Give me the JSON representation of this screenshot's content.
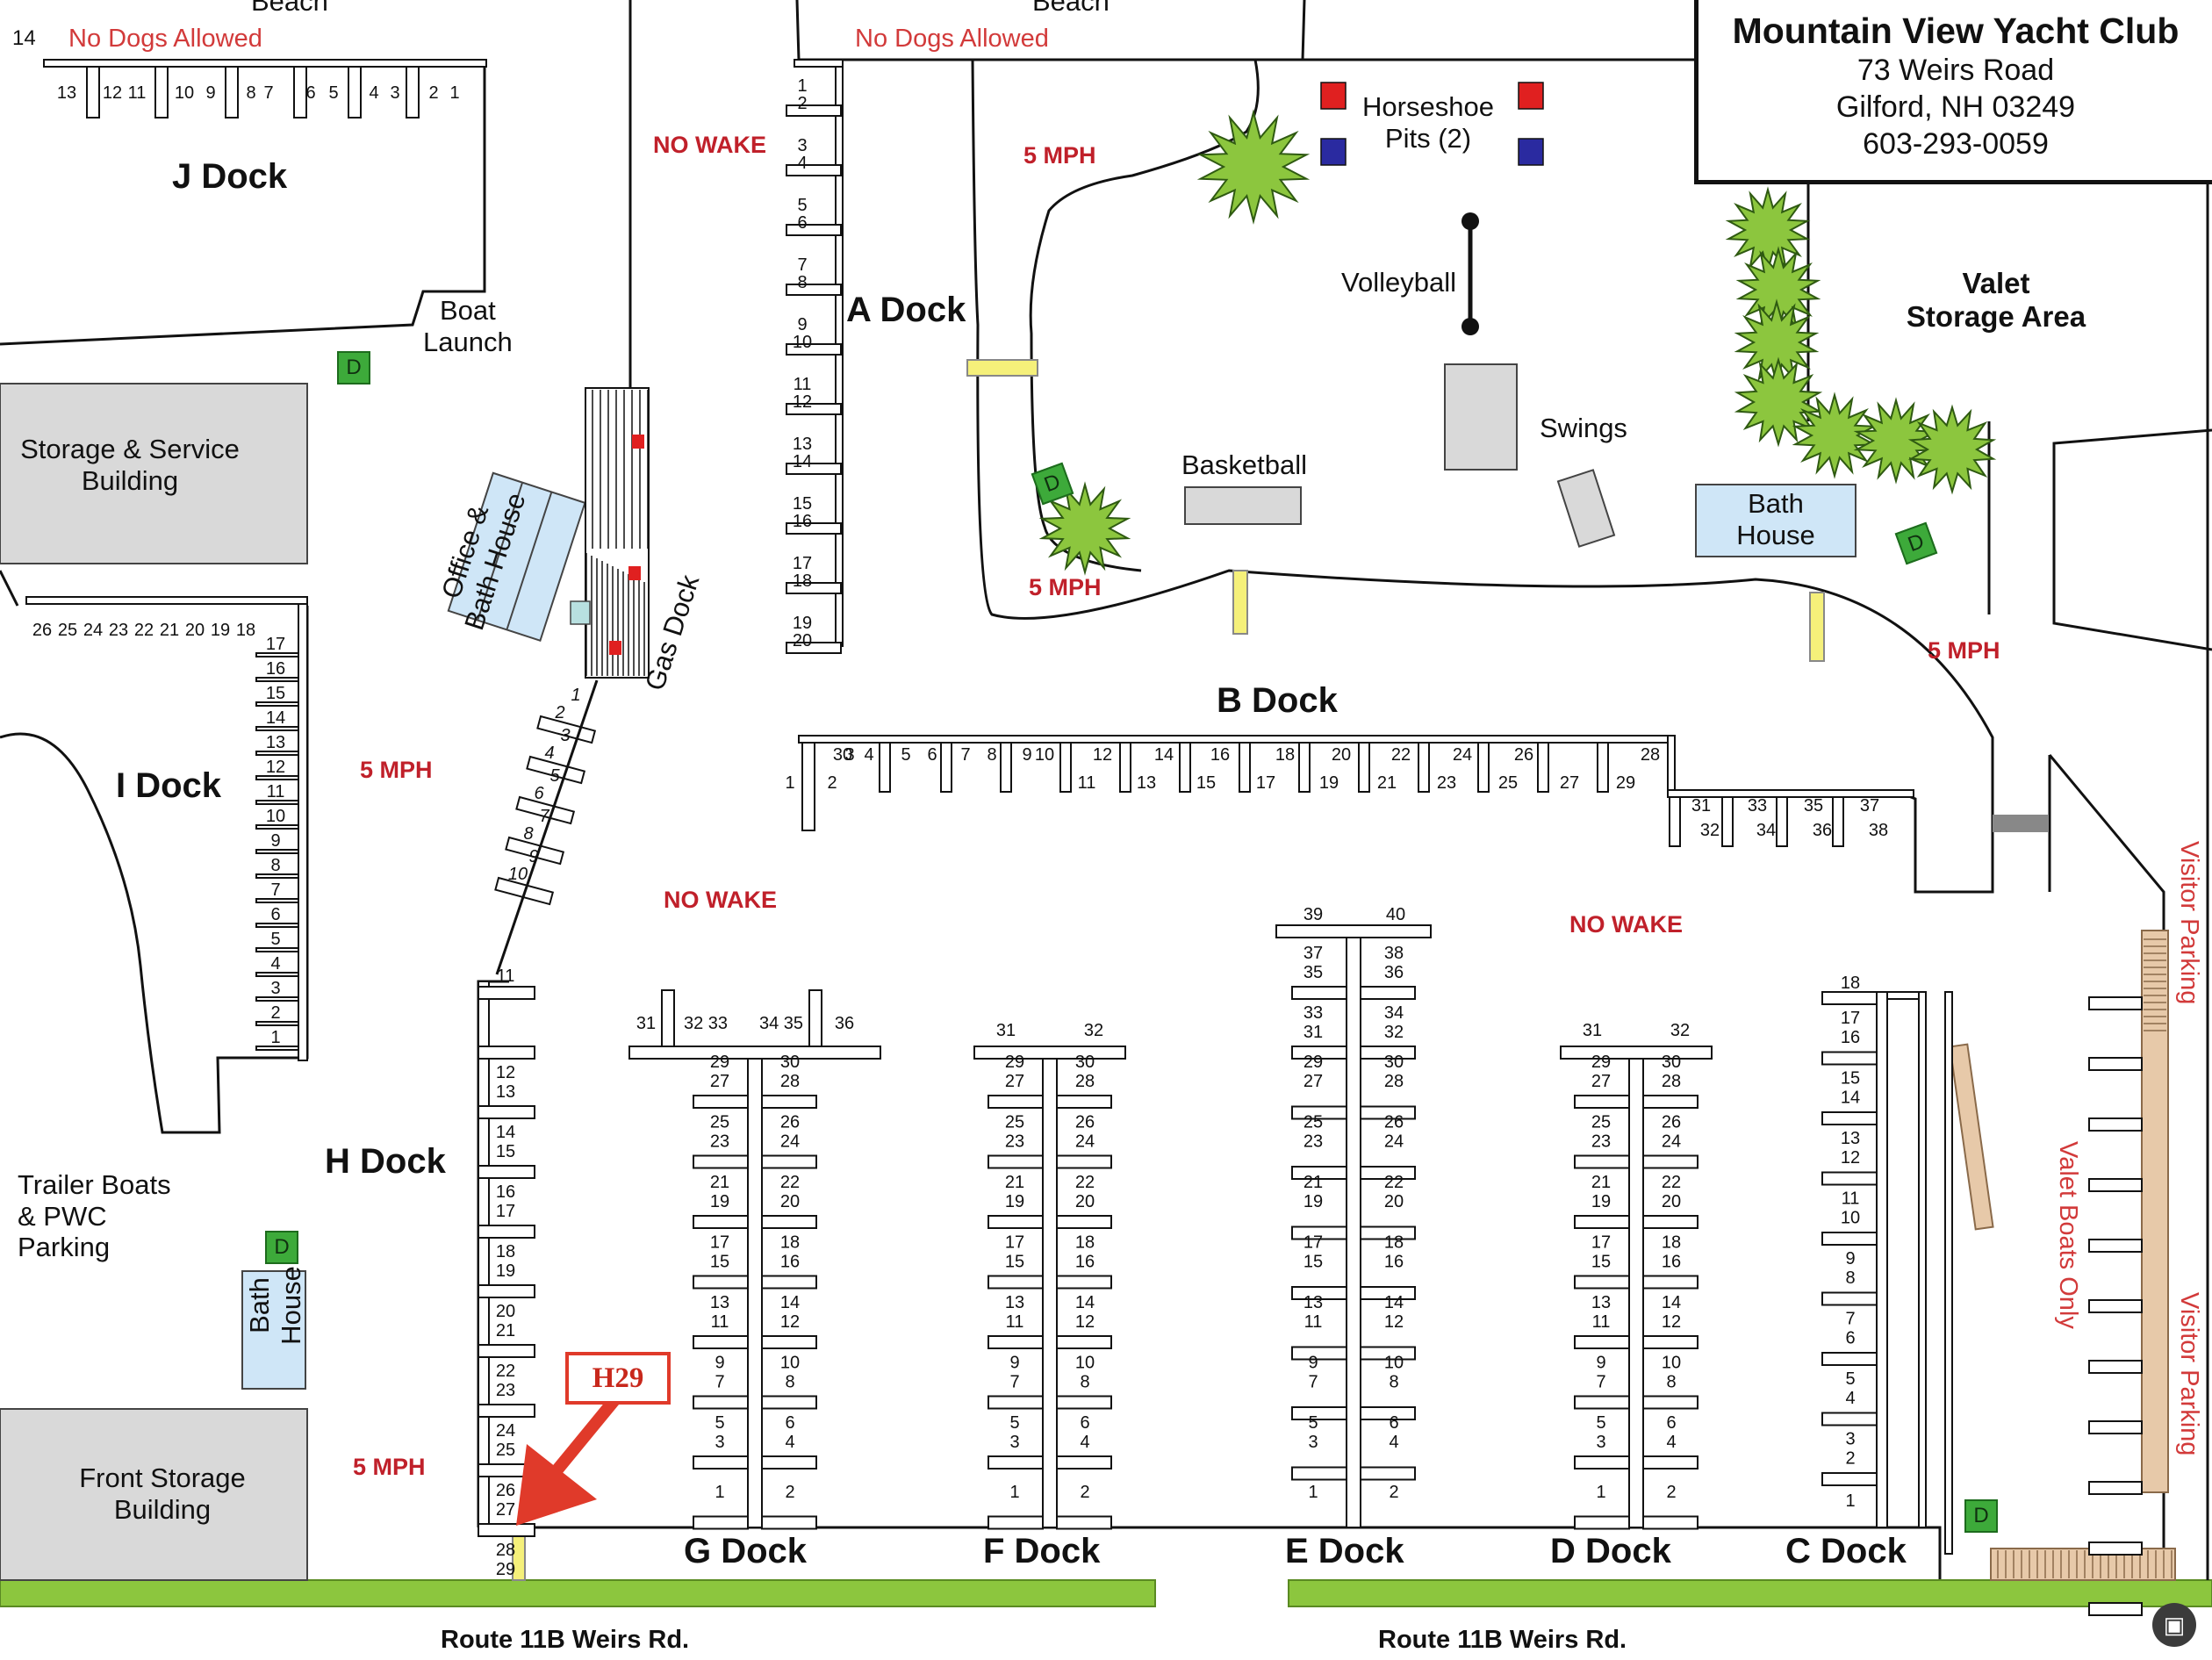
{
  "marina": {
    "name": "Mountain View Yacht Club",
    "street": "73 Weirs Road",
    "city": "Gilford, NH 03249",
    "phone": "603-293-0059"
  },
  "docks": {
    "a": "A Dock",
    "b": "B Dock",
    "c": "C Dock",
    "d": "D Dock",
    "e": "E Dock",
    "f": "F Dock",
    "g": "G Dock",
    "h": "H Dock",
    "i": "I Dock",
    "j": "J Dock",
    "gas": "Gas Dock"
  },
  "places": {
    "beach_left": "Beach",
    "beach_right": "Beach",
    "boat_launch": [
      "Boat",
      "Launch"
    ],
    "storage_service": [
      "Storage & Service",
      "Building"
    ],
    "office_bath": [
      "Office &",
      "Bath House"
    ],
    "horseshoe": [
      "Horseshoe",
      "Pits (2)"
    ],
    "volleyball": "Volleyball",
    "valet_storage": [
      "Valet",
      "Storage Area"
    ],
    "swings": "Swings",
    "basketball": "Basketball",
    "bath_house_center": [
      "Bath",
      "House"
    ],
    "bath_house_left": [
      "Bath",
      "House"
    ],
    "trailer_parking": [
      "Trailer Boats",
      "& PWC",
      "Parking"
    ],
    "front_storage": [
      "Front Storage",
      "Building"
    ]
  },
  "notices": {
    "no_dogs_left": "No Dogs Allowed",
    "no_dogs_right": "No Dogs Allowed",
    "visitor_parking_top": "Visitor Parking",
    "visitor_parking_bottom": "Visitor Parking",
    "valet_boats_only": "Valet Boats Only",
    "beach_stray": "14"
  },
  "speed_signs": {
    "no_wake_a": "NO WAKE",
    "five_mph_top": "5 MPH",
    "five_mph_mid": "5 MPH",
    "five_mph_right": "5 MPH",
    "five_mph_i": "5 MPH",
    "no_wake_center": "NO WAKE",
    "no_wake_right": "NO WAKE",
    "five_mph_bottom": "5 MPH"
  },
  "roads": {
    "left": "Route 11B Weirs Rd.",
    "right": "Route 11B Weirs Rd."
  },
  "highlight": {
    "slip": "H29",
    "color": "#e03a2a"
  },
  "badge_label": "D",
  "colors": {
    "warning_red": "#c0202a",
    "grass_green": "#8cc63e",
    "building_gray": "#d9d9d9",
    "bath_blue": "#cfe6f7",
    "tree_green": "#8cc63e",
    "badge_green": "#3daa3a",
    "bridge_yellow": "#f5f07a"
  },
  "slips": {
    "j": [
      "13",
      "12",
      "11",
      "10",
      "9",
      "8",
      "7",
      "6",
      "5",
      "4",
      "3",
      "2",
      "1"
    ],
    "i_top": [
      "26",
      "25",
      "24",
      "23",
      "22",
      "21",
      "20",
      "19",
      "18"
    ],
    "i_side": [
      "17",
      "16",
      "15",
      "14",
      "13",
      "12",
      "11",
      "10",
      "9",
      "8",
      "7",
      "6",
      "5",
      "4",
      "3",
      "2",
      "1"
    ],
    "a": [
      "1",
      "2",
      "3",
      "4",
      "5",
      "6",
      "7",
      "8",
      "9",
      "10",
      "11",
      "12",
      "13",
      "14",
      "15",
      "16",
      "17",
      "18",
      "19",
      "20"
    ],
    "b_top": [
      "3",
      "4",
      "5",
      "6",
      "7",
      "8",
      "9",
      "10",
      "12",
      "14",
      "16",
      "18",
      "20",
      "22",
      "24",
      "26",
      "28",
      "30"
    ],
    "b_bottom": [
      "1",
      "2",
      "11",
      "13",
      "15",
      "17",
      "19",
      "21",
      "23",
      "25",
      "27",
      "29"
    ],
    "b_right_top": [
      "31",
      "33",
      "35",
      "37"
    ],
    "b_right_bottom": [
      "32",
      "34",
      "36",
      "38"
    ],
    "gas": [
      "1",
      "2",
      "3",
      "4",
      "5",
      "6",
      "7",
      "8",
      "9",
      "10"
    ],
    "h": [
      "11",
      "12",
      "13",
      "14",
      "15",
      "16",
      "17",
      "18",
      "19",
      "20",
      "21",
      "22",
      "23",
      "24",
      "25",
      "26",
      "27",
      "28",
      "29"
    ],
    "g_head": [
      "31",
      "32 33",
      "34 35",
      "36"
    ],
    "std_left": [
      "29",
      "27",
      "25",
      "23",
      "21",
      "19",
      "17",
      "15",
      "13",
      "11",
      "9",
      "7",
      "5",
      "3",
      "1"
    ],
    "std_right": [
      "30",
      "28",
      "26",
      "24",
      "22",
      "20",
      "18",
      "16",
      "14",
      "12",
      "10",
      "8",
      "6",
      "4",
      "2"
    ],
    "std_head": [
      "31",
      "32"
    ],
    "e_head": [
      "39",
      "40",
      "37",
      "35",
      "38",
      "36",
      "33",
      "31",
      "34",
      "32"
    ],
    "c": [
      "18",
      "17",
      "16",
      "15",
      "14",
      "13",
      "12",
      "11",
      "10",
      "9",
      "8",
      "7",
      "6",
      "5",
      "4",
      "3",
      "2",
      "1"
    ]
  }
}
